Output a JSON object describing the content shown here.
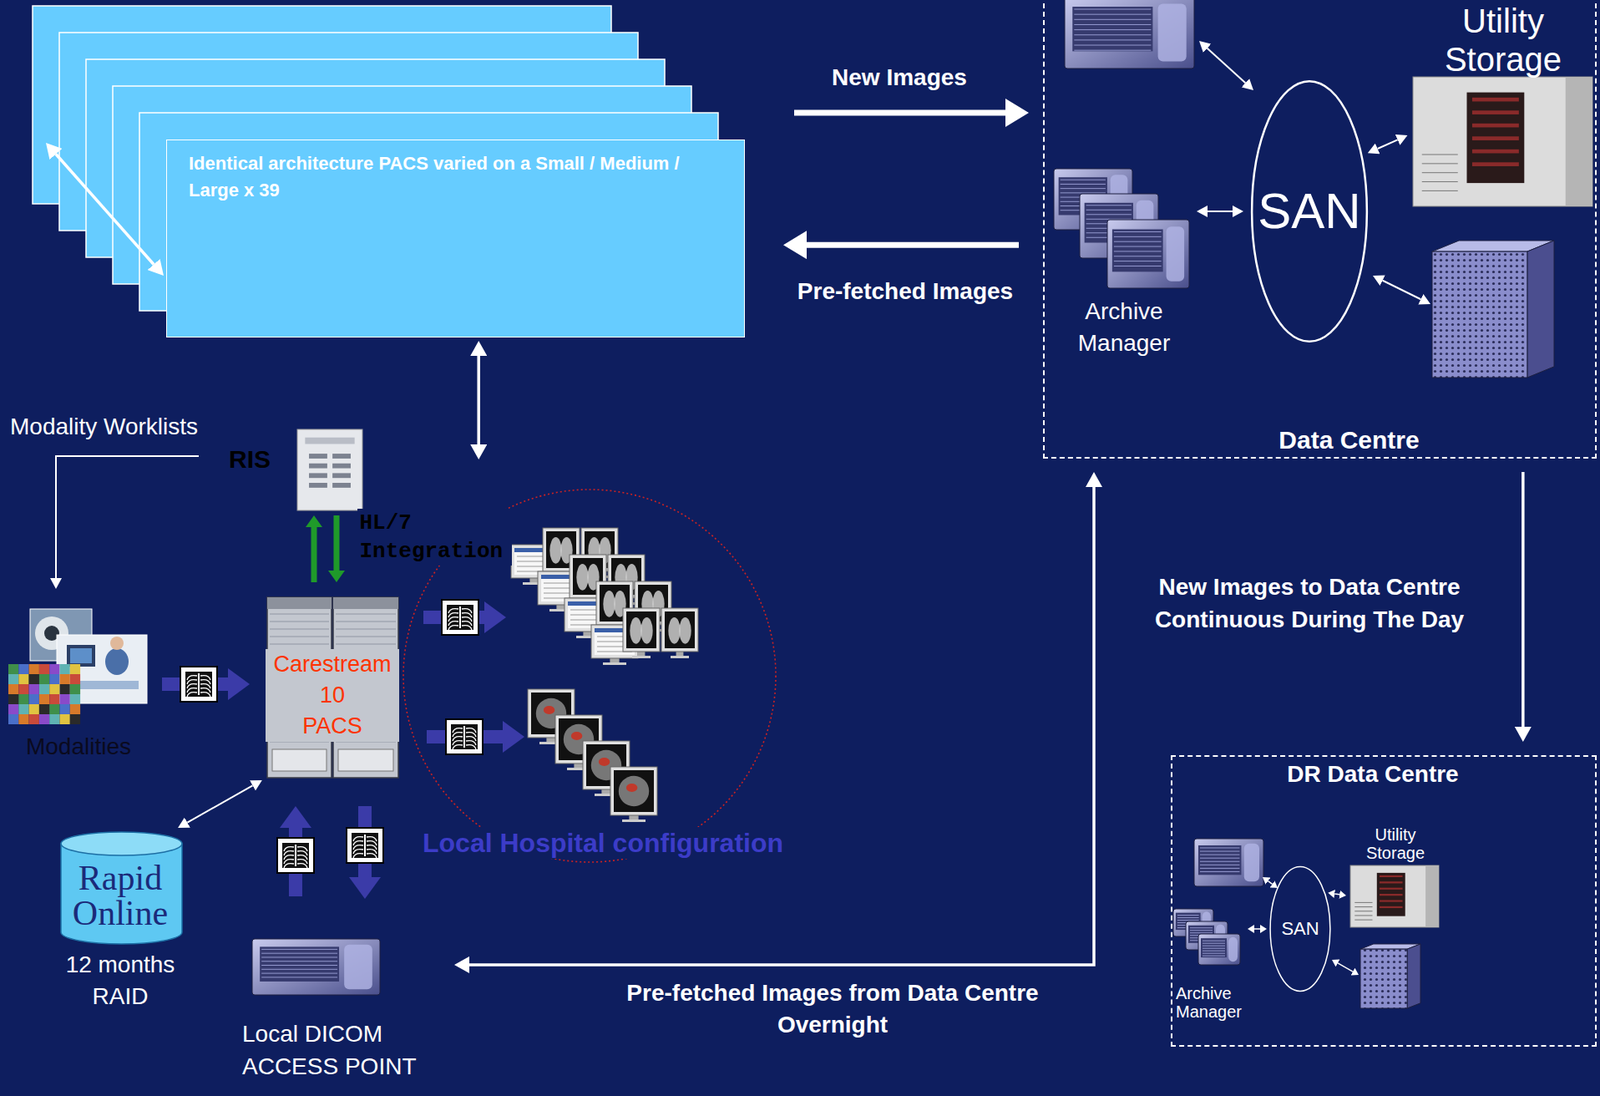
{
  "diagram": {
    "nodes": [
      {
        "text": [
          "Identical architecture PACS varied on a Small / Medium / Large x 39"
        ]
      },
      {
        "text": [
          "Data Centre"
        ]
      },
      {
        "text": [
          "SAN"
        ],
        "in": 1
      },
      {
        "text": [
          "Archive Manager"
        ],
        "in": 1
      },
      {
        "text": [
          "Utility Storage"
        ],
        "in": 1
      },
      {
        "text": [
          "RIS"
        ]
      },
      {
        "text": [
          "Modalities"
        ]
      },
      {
        "text": [
          "Carestream 10 PACS"
        ]
      },
      {
        "text": [
          "Local Hospital configuration"
        ]
      },
      {
        "text": [
          "Rapid Online",
          "12 months RAID"
        ]
      },
      {
        "text": [
          "Local DICOM ACCESS POINT"
        ]
      },
      {
        "text": [
          "DR Data Centre"
        ]
      },
      {
        "text": [
          "SAN"
        ],
        "in": 11
      },
      {
        "text": [
          "Archive Manager"
        ],
        "in": 11
      },
      {
        "text": [
          "Utility Storage"
        ],
        "in": 11
      }
    ],
    "edges": [
      {
        "from": 0,
        "to": 1,
        "label": "New Images",
        "arrow": "to"
      },
      {
        "from": 1,
        "to": 0,
        "label": "Pre-fetched Images",
        "arrow": "to"
      },
      {
        "from": 0,
        "to": 8,
        "arrow": "both"
      },
      {
        "from": 5,
        "to": 6,
        "label": "Modality Worklists",
        "arrow": "to"
      },
      {
        "from": 7,
        "to": 5,
        "label": "HL/7 Integration",
        "arrow": "to"
      },
      {
        "from": 5,
        "to": 7,
        "arrow": "to"
      },
      {
        "from": 6,
        "to": 7,
        "arrow": "to"
      },
      {
        "from": 7,
        "to": 9,
        "arrow": "both"
      },
      {
        "from": 10,
        "to": 7,
        "arrow": "to"
      },
      {
        "from": 7,
        "to": 10,
        "arrow": "to"
      },
      {
        "from": 1,
        "to": 10,
        "label": "Pre-fetched Images from Data Centre Overnight",
        "arrow": "both"
      },
      {
        "from": 1,
        "to": 11,
        "label": "New Images to Data Centre Continuous During The Day",
        "arrow": "to"
      },
      {
        "from": 2,
        "to": 3,
        "arrow": "both"
      },
      {
        "from": 2,
        "to": 4,
        "arrow": "both"
      },
      {
        "from": 12,
        "to": 13,
        "arrow": "both"
      },
      {
        "from": 12,
        "to": 14,
        "arrow": "both"
      }
    ]
  }
}
